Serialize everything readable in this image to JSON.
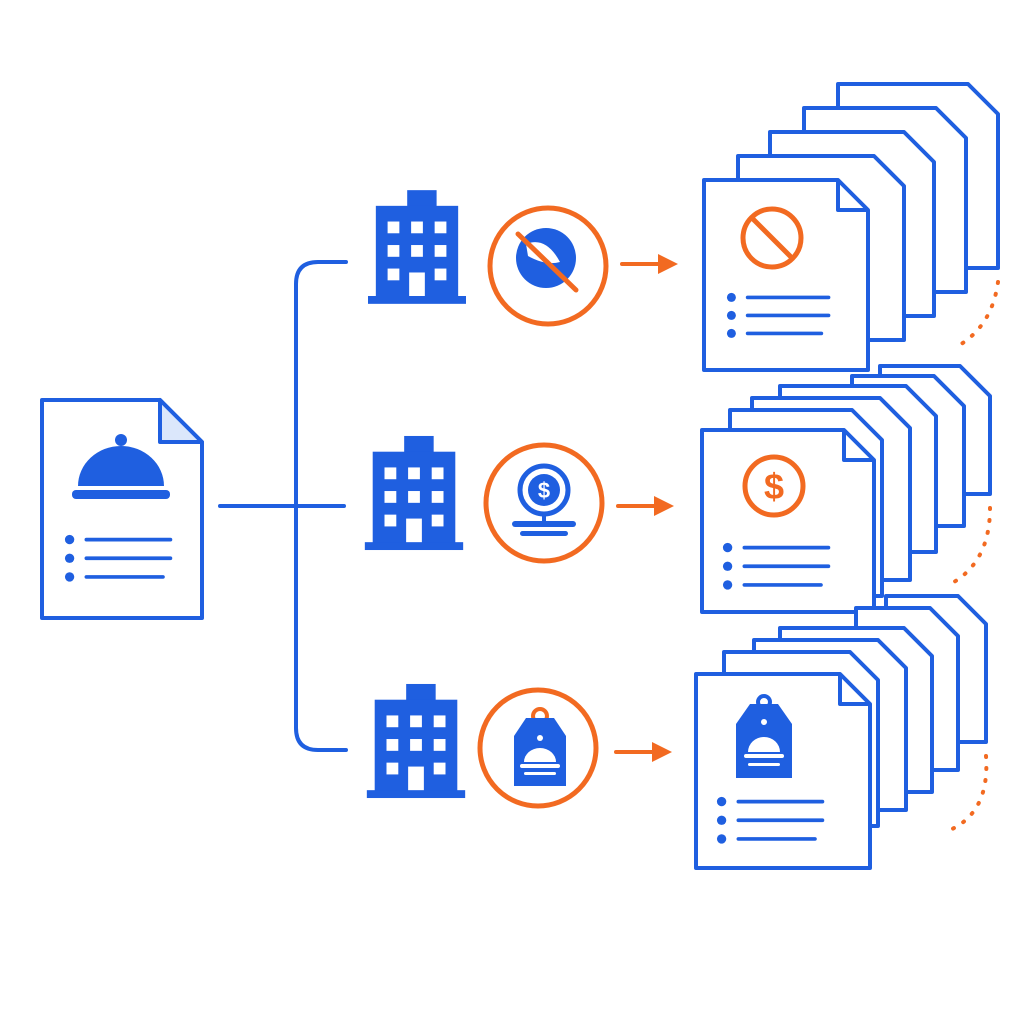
{
  "colors": {
    "primary": "#1f5fe0",
    "accent": "#f26a21",
    "background": "#ffffff",
    "page_fill": "#ffffff",
    "fold_fill": "#dbe7fb"
  },
  "source_document": {
    "icon": "cloche-icon",
    "list_lines": 3
  },
  "branches": [
    {
      "building_icon": "building-icon",
      "badge_icon": "no-food-icon",
      "document_icon": "prohibited-icon",
      "stack_count": 6,
      "arrow": "arrow-right-icon"
    },
    {
      "building_icon": "building-icon",
      "badge_icon": "dollar-coin-icon",
      "document_icon": "dollar-icon",
      "stack_count": 6,
      "arrow": "arrow-right-icon"
    },
    {
      "building_icon": "building-icon",
      "badge_icon": "food-price-tag-icon",
      "document_icon": "food-price-tag-icon",
      "stack_count": 6,
      "arrow": "arrow-right-icon"
    }
  ],
  "continuation_marker": "dotted-arc"
}
